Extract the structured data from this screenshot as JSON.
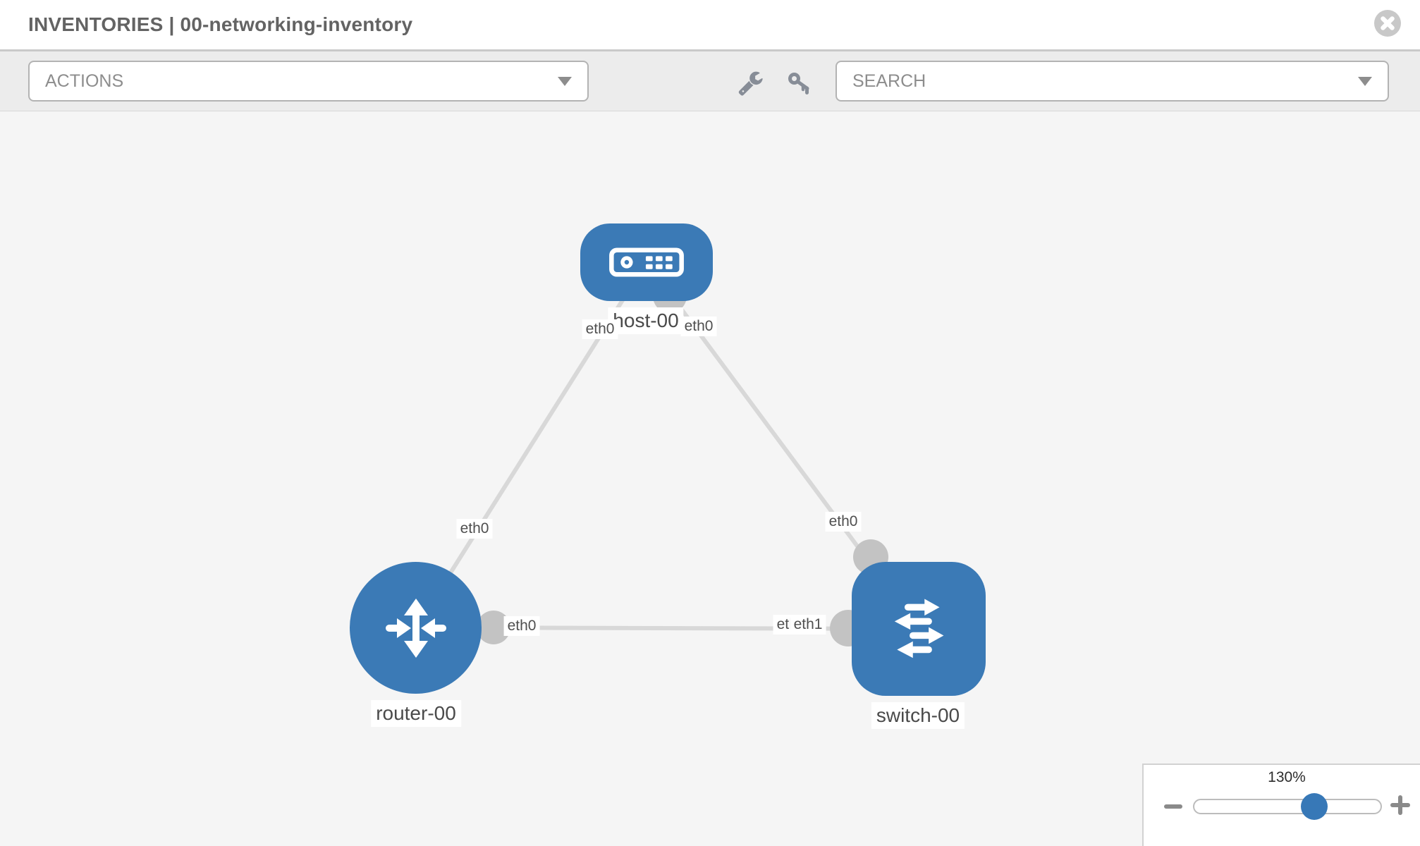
{
  "header": {
    "title": "INVENTORIES | 00-networking-inventory",
    "breadcrumb": "INVENTORIES",
    "inventory_name": "00-networking-inventory"
  },
  "toolbar": {
    "actions_label": "ACTIONS",
    "search_placeholder": "SEARCH",
    "tools": [
      "wrench",
      "key"
    ]
  },
  "topology": {
    "nodes": [
      {
        "label": "host-00",
        "type": "host",
        "shape": "rounded-rect"
      },
      {
        "label": "router-00",
        "type": "router",
        "shape": "circle"
      },
      {
        "label": "switch-00",
        "type": "switch",
        "shape": "rounded-square"
      }
    ],
    "links": [
      {
        "from": "router-00",
        "to": "host-00",
        "from_interface": "eth0",
        "to_interface": "eth0"
      },
      {
        "from": "switch-00",
        "to": "host-00",
        "from_interface": "eth0",
        "to_interface": "eth0"
      },
      {
        "from": "router-00",
        "to": "switch-00",
        "from_interface": "eth0",
        "to_interface": "eth1"
      }
    ],
    "interface_labels": {
      "host_left": "eth0",
      "host_right": "eth0",
      "router_link_mid": "eth0",
      "router_right": "eth0",
      "switch_top": "eth0",
      "switch_left_under": "eth0",
      "switch_left_over": "eth1"
    }
  },
  "zoom_control": {
    "level_label": "130%",
    "value_percent": 130,
    "slider_position_percent": 64
  },
  "colors": {
    "node_blue": "#3b7ab6",
    "link_gray": "#d8d8d8",
    "interface_gray": "#c3c3c3",
    "canvas_bg": "#f5f5f5",
    "toolbar_bg": "#ececec",
    "slider_thumb_blue": "#3778b7"
  }
}
